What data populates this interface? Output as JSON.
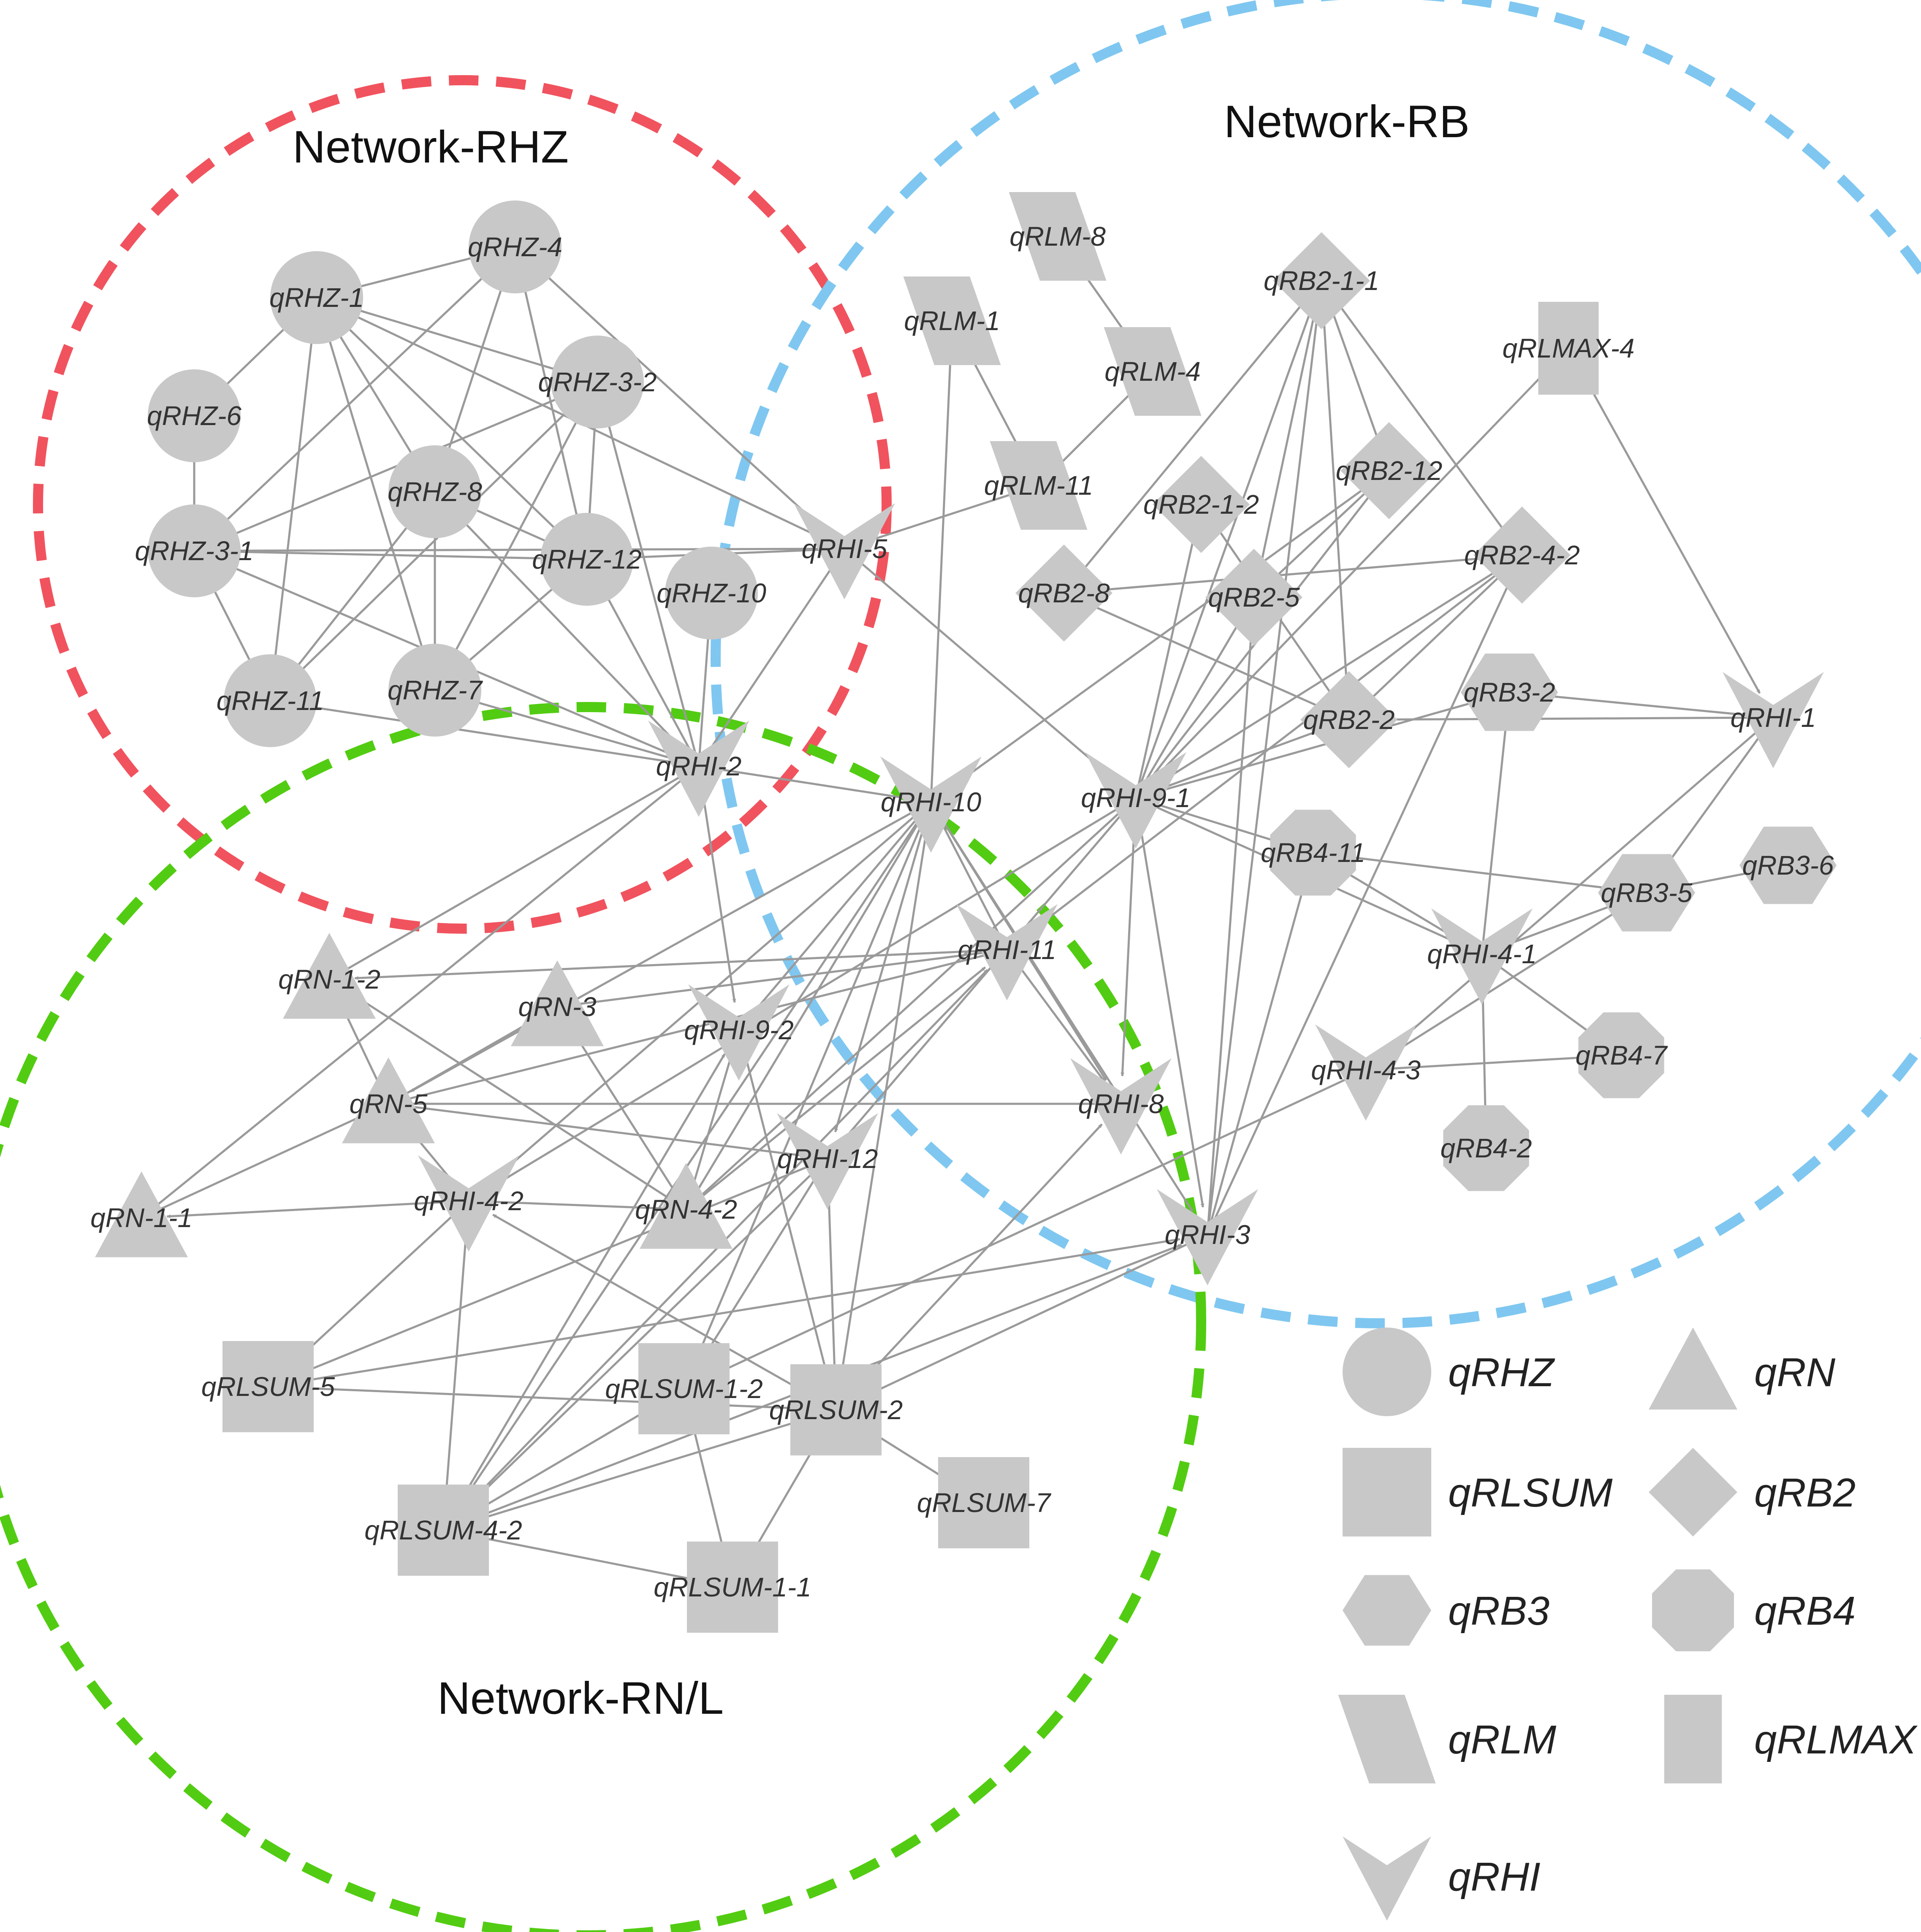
{
  "colors": {
    "node": "#c8c8c8",
    "edge": "#9a9a9a",
    "cluster_rhz": "#f0535e",
    "cluster_rb": "#7fc7f0",
    "cluster_rnl": "#52cc12"
  },
  "clusters": [
    {
      "id": "rhz",
      "title": "Network-RHZ"
    },
    {
      "id": "rb",
      "title": "Network-RB"
    },
    {
      "id": "rnl",
      "title": "Network-RN/L"
    }
  ],
  "nodes": [
    {
      "id": "qRHZ-4",
      "label": "qRHZ-4",
      "shape": "circle"
    },
    {
      "id": "qRHZ-1",
      "label": "qRHZ-1",
      "shape": "circle"
    },
    {
      "id": "qRHZ-3-2",
      "label": "qRHZ-3-2",
      "shape": "circle"
    },
    {
      "id": "qRHZ-6",
      "label": "qRHZ-6",
      "shape": "circle"
    },
    {
      "id": "qRHZ-8",
      "label": "qRHZ-8",
      "shape": "circle"
    },
    {
      "id": "qRHZ-3-1",
      "label": "qRHZ-3-1",
      "shape": "circle"
    },
    {
      "id": "qRHZ-12",
      "label": "qRHZ-12",
      "shape": "circle"
    },
    {
      "id": "qRHZ-10",
      "label": "qRHZ-10",
      "shape": "circle"
    },
    {
      "id": "qRHZ-11",
      "label": "qRHZ-11",
      "shape": "circle"
    },
    {
      "id": "qRHZ-7",
      "label": "qRHZ-7",
      "shape": "circle"
    },
    {
      "id": "qRLM-8",
      "label": "qRLM-8",
      "shape": "parallelogram"
    },
    {
      "id": "qRLM-1",
      "label": "qRLM-1",
      "shape": "parallelogram"
    },
    {
      "id": "qRLM-4",
      "label": "qRLM-4",
      "shape": "parallelogram"
    },
    {
      "id": "qRLM-11",
      "label": "qRLM-11",
      "shape": "parallelogram"
    },
    {
      "id": "qRB2-1-1",
      "label": "qRB2-1-1",
      "shape": "diamond"
    },
    {
      "id": "qRLMAX-4",
      "label": "qRLMAX-4",
      "shape": "rect"
    },
    {
      "id": "qRB2-12",
      "label": "qRB2-12",
      "shape": "diamond"
    },
    {
      "id": "qRB2-1-2",
      "label": "qRB2-1-2",
      "shape": "diamond"
    },
    {
      "id": "qRB2-4-2",
      "label": "qRB2-4-2",
      "shape": "diamond"
    },
    {
      "id": "qRB2-8",
      "label": "qRB2-8",
      "shape": "diamond"
    },
    {
      "id": "qRB2-5",
      "label": "qRB2-5",
      "shape": "diamond"
    },
    {
      "id": "qRB2-2",
      "label": "qRB2-2",
      "shape": "diamond"
    },
    {
      "id": "qRB3-2",
      "label": "qRB3-2",
      "shape": "hexagon"
    },
    {
      "id": "qRB3-5",
      "label": "qRB3-5",
      "shape": "hexagon"
    },
    {
      "id": "qRB3-6",
      "label": "qRB3-6",
      "shape": "hexagon"
    },
    {
      "id": "qRB4-11",
      "label": "qRB4-11",
      "shape": "octagon"
    },
    {
      "id": "qRB4-7",
      "label": "qRB4-7",
      "shape": "octagon"
    },
    {
      "id": "qRB4-2",
      "label": "qRB4-2",
      "shape": "octagon"
    },
    {
      "id": "qRHI-5",
      "label": "qRHI-5",
      "shape": "vee"
    },
    {
      "id": "qRHI-1",
      "label": "qRHI-1",
      "shape": "vee"
    },
    {
      "id": "qRHI-2",
      "label": "qRHI-2",
      "shape": "vee"
    },
    {
      "id": "qRHI-10",
      "label": "qRHI-10",
      "shape": "vee"
    },
    {
      "id": "qRHI-9-1",
      "label": "qRHI-9-1",
      "shape": "vee"
    },
    {
      "id": "qRHI-11",
      "label": "qRHI-11",
      "shape": "vee"
    },
    {
      "id": "qRHI-4-1",
      "label": "qRHI-4-1",
      "shape": "vee"
    },
    {
      "id": "qRHI-9-2",
      "label": "qRHI-9-2",
      "shape": "vee"
    },
    {
      "id": "qRHI-4-3",
      "label": "qRHI-4-3",
      "shape": "vee"
    },
    {
      "id": "qRHI-8",
      "label": "qRHI-8",
      "shape": "vee"
    },
    {
      "id": "qRHI-12",
      "label": "qRHI-12",
      "shape": "vee"
    },
    {
      "id": "qRHI-4-2",
      "label": "qRHI-4-2",
      "shape": "vee"
    },
    {
      "id": "qRHI-3",
      "label": "qRHI-3",
      "shape": "vee"
    },
    {
      "id": "qRN-1-2",
      "label": "qRN-1-2",
      "shape": "triangle"
    },
    {
      "id": "qRN-3",
      "label": "qRN-3",
      "shape": "triangle"
    },
    {
      "id": "qRN-5",
      "label": "qRN-5",
      "shape": "triangle"
    },
    {
      "id": "qRN-1-1",
      "label": "qRN-1-1",
      "shape": "triangle"
    },
    {
      "id": "qRN-4-2",
      "label": "qRN-4-2",
      "shape": "triangle"
    },
    {
      "id": "qRLSUM-5",
      "label": "qRLSUM-5",
      "shape": "square"
    },
    {
      "id": "qRLSUM-1-2",
      "label": "qRLSUM-1-2",
      "shape": "square"
    },
    {
      "id": "qRLSUM-2",
      "label": "qRLSUM-2",
      "shape": "square"
    },
    {
      "id": "qRLSUM-7",
      "label": "qRLSUM-7",
      "shape": "square"
    },
    {
      "id": "qRLSUM-4-2",
      "label": "qRLSUM-4-2",
      "shape": "square"
    },
    {
      "id": "qRLSUM-1-1",
      "label": "qRLSUM-1-1",
      "shape": "square"
    }
  ],
  "edges": [
    [
      "qRHZ-1",
      "qRHZ-4",
      0
    ],
    [
      "qRHZ-1",
      "qRHZ-6",
      0
    ],
    [
      "qRHZ-1",
      "qRHZ-3-2",
      0
    ],
    [
      "qRHZ-1",
      "qRHZ-8",
      0
    ],
    [
      "qRHZ-1",
      "qRHZ-12",
      0
    ],
    [
      "qRHZ-1",
      "qRHZ-11",
      0
    ],
    [
      "qRHZ-1",
      "qRHZ-7",
      0
    ],
    [
      "qRHZ-1",
      "qRHI-5",
      1
    ],
    [
      "qRHZ-4",
      "qRHZ-8",
      1
    ],
    [
      "qRHZ-4",
      "qRHZ-3-1",
      0
    ],
    [
      "qRHZ-4",
      "qRHZ-12",
      0
    ],
    [
      "qRHZ-4",
      "qRHI-5",
      0
    ],
    [
      "qRHZ-6",
      "qRHZ-3-1",
      0
    ],
    [
      "qRHZ-3-2",
      "qRHZ-3-1",
      0
    ],
    [
      "qRHZ-3-2",
      "qRHZ-12",
      0
    ],
    [
      "qRHZ-3-2",
      "qRHZ-7",
      0
    ],
    [
      "qRHZ-3-2",
      "qRHZ-11",
      0
    ],
    [
      "qRHZ-3-2",
      "qRHI-2",
      0
    ],
    [
      "qRHZ-12",
      "qRHZ-8",
      1
    ],
    [
      "qRHZ-3-1",
      "qRHZ-12",
      0
    ],
    [
      "qRHZ-3-1",
      "qRHZ-11",
      0
    ],
    [
      "qRHZ-3-1",
      "qRHI-2",
      0
    ],
    [
      "qRHZ-3-1",
      "qRHI-5",
      0
    ],
    [
      "qRHZ-8",
      "qRHZ-7",
      0
    ],
    [
      "qRHZ-8",
      "qRHI-2",
      0
    ],
    [
      "qRHZ-8",
      "qRHZ-11",
      0
    ],
    [
      "qRHZ-12",
      "qRHZ-7",
      0
    ],
    [
      "qRHZ-12",
      "qRHI-2",
      0
    ],
    [
      "qRHZ-11",
      "qRHI-2",
      0
    ],
    [
      "qRHZ-10",
      "qRHI-2",
      0
    ],
    [
      "qRHZ-7",
      "qRHI-2",
      0
    ],
    [
      "qRHZ-12",
      "qRHI-5",
      0
    ],
    [
      "qRLM-1",
      "qRHI-10",
      0
    ],
    [
      "qRLM-1",
      "qRLM-11",
      0
    ],
    [
      "qRLM-4",
      "qRLM-8",
      1
    ],
    [
      "qRLM-4",
      "qRLM-11",
      0
    ],
    [
      "qRLM-11",
      "qRHI-5",
      0
    ],
    [
      "qRHI-5",
      "qRHI-9-1",
      0
    ],
    [
      "qRHI-5",
      "qRHI-2",
      0
    ],
    [
      "qRB2-1-1",
      "qRB2-8",
      1
    ],
    [
      "qRB2-1-1",
      "qRB2-12",
      1
    ],
    [
      "qRB2-1-1",
      "qRB2-5",
      0
    ],
    [
      "qRB2-1-1",
      "qRB2-4-2",
      0
    ],
    [
      "qRB2-1-1",
      "qRB2-2",
      0
    ],
    [
      "qRB2-1-1",
      "qRHI-9-1",
      0
    ],
    [
      "qRB2-1-1",
      "qRHI-3",
      0
    ],
    [
      "qRLMAX-4",
      "qRHI-1",
      1
    ],
    [
      "qRLMAX-4",
      "qRHI-9-1",
      0
    ],
    [
      "qRB2-4-2",
      "qRB2-8",
      1
    ],
    [
      "qRB2-4-2",
      "qRB2-2",
      1
    ],
    [
      "qRB2-4-2",
      "qRHI-9-1",
      0
    ],
    [
      "qRB2-4-2",
      "qRHI-11",
      0
    ],
    [
      "qRB2-4-2",
      "qRHI-3",
      0
    ],
    [
      "qRB2-12",
      "qRHI-9-1",
      0
    ],
    [
      "qRB2-12",
      "qRHI-10",
      0
    ],
    [
      "qRB2-12",
      "qRB2-5",
      0
    ],
    [
      "qRB2-1-2",
      "qRB2-2",
      0
    ],
    [
      "qRB2-5",
      "qRHI-9-1",
      0
    ],
    [
      "qRB2-5",
      "qRHI-3",
      0
    ],
    [
      "qRHI-9-1",
      "qRB2-1-2",
      1
    ],
    [
      "qRB2-2",
      "qRB2-8",
      1
    ],
    [
      "qRB2-2",
      "qRHI-9-1",
      0
    ],
    [
      "qRB2-2",
      "qRHI-1",
      0
    ],
    [
      "qRB3-2",
      "qRHI-1",
      0
    ],
    [
      "qRB3-2",
      "qRHI-9-1",
      0
    ],
    [
      "qRB3-2",
      "qRHI-4-1",
      0
    ],
    [
      "qRB4-11",
      "qRB3-5",
      1
    ],
    [
      "qRB4-11",
      "qRHI-4-1",
      0
    ],
    [
      "qRB4-11",
      "qRHI-3",
      0
    ],
    [
      "qRHI-9-1",
      "qRB4-11",
      1
    ],
    [
      "qRB3-6",
      "qRB3-5",
      1
    ],
    [
      "qRB3-5",
      "qRHI-1",
      0
    ],
    [
      "qRHI-4-1",
      "qRB3-5",
      1
    ],
    [
      "qRHI-4-1",
      "qRB4-7",
      0
    ],
    [
      "qRHI-4-1",
      "qRB4-2",
      0
    ],
    [
      "qRHI-4-1",
      "qRHI-9-1",
      0
    ],
    [
      "qRHI-4-3",
      "qRB4-7",
      1
    ],
    [
      "qRHI-4-3",
      "qRHI-1",
      0
    ],
    [
      "qRHI-4-3",
      "qRB3-5",
      1
    ],
    [
      "qRHI-2",
      "qRHI-10",
      0
    ],
    [
      "qRHI-2",
      "qRN-1-2",
      0
    ],
    [
      "qRHI-2",
      "qRN-1-1",
      0
    ],
    [
      "qRHI-2",
      "qRHI-9-2",
      1
    ],
    [
      "qRHI-10",
      "qRN-5",
      1
    ],
    [
      "qRHI-10",
      "qRHI-11",
      0
    ],
    [
      "qRHI-10",
      "qRHI-9-2",
      1
    ],
    [
      "qRHI-10",
      "qRHI-8",
      1
    ],
    [
      "qRHI-10",
      "qRHI-12",
      1
    ],
    [
      "qRHI-10",
      "qRHI-3",
      1
    ],
    [
      "qRHI-10",
      "qRHI-4-2",
      1
    ],
    [
      "qRHI-10",
      "qRLSUM-4-2",
      0
    ],
    [
      "qRHI-10",
      "qRLSUM-2",
      0
    ],
    [
      "qRHI-10",
      "qRLSUM-1-2",
      0
    ],
    [
      "qRHI-10",
      "qRN-4-2",
      0
    ],
    [
      "qRHI-9-1",
      "qRHI-8",
      1
    ],
    [
      "qRHI-9-1",
      "qRHI-3",
      1
    ],
    [
      "qRHI-9-1",
      "qRHI-12",
      1
    ],
    [
      "qRHI-9-1",
      "qRN-4-2",
      0
    ],
    [
      "qRHI-9-1",
      "qRHI-4-2",
      0
    ],
    [
      "qRHI-11",
      "qRN-5",
      0
    ],
    [
      "qRHI-11",
      "qRN-1-2",
      1
    ],
    [
      "qRHI-11",
      "qRHI-8",
      1
    ],
    [
      "qRN-3",
      "qRN-5",
      0
    ],
    [
      "qRN-3",
      "qRHI-11",
      0
    ],
    [
      "qRN-1-2",
      "qRN-5",
      0
    ],
    [
      "qRN-5",
      "qRHI-4-2",
      1
    ],
    [
      "qRN-5",
      "qRHI-12",
      0
    ],
    [
      "qRN-5",
      "qRHI-8",
      0
    ],
    [
      "qRN-5",
      "qRN-1-1",
      0
    ],
    [
      "qRN-4-2",
      "qRN-3",
      1
    ],
    [
      "qRN-4-2",
      "qRN-1-2",
      1
    ],
    [
      "qRN-4-2",
      "qRHI-4-2",
      0
    ],
    [
      "qRN-4-2",
      "qRHI-9-2",
      1
    ],
    [
      "qRN-4-2",
      "qRHI-11",
      1
    ],
    [
      "qRHI-4-2",
      "qRN-1-1",
      1
    ],
    [
      "qRHI-4-2",
      "qRLSUM-5",
      1
    ],
    [
      "qRHI-4-3",
      "qRLSUM-1-2",
      0
    ],
    [
      "qRHI-12",
      "qRLSUM-1-2",
      1
    ],
    [
      "qRLSUM-5",
      "qRHI-3",
      1
    ],
    [
      "qRLSUM-5",
      "qRLSUM-2",
      0
    ],
    [
      "qRLSUM-5",
      "qRHI-12",
      0
    ],
    [
      "qRLSUM-2",
      "qRLSUM-7",
      1
    ],
    [
      "qRLSUM-2",
      "qRHI-12",
      1
    ],
    [
      "qRLSUM-2",
      "qRHI-8",
      1
    ],
    [
      "qRLSUM-2",
      "qRHI-4-2",
      1
    ],
    [
      "qRLSUM-2",
      "qRHI-3",
      0
    ],
    [
      "qRLSUM-2",
      "qRHI-9-2",
      1
    ],
    [
      "qRLSUM-2",
      "qRLSUM-1-1",
      0
    ],
    [
      "qRLSUM-1-2",
      "qRLSUM-1-1",
      0
    ],
    [
      "qRLSUM-4-2",
      "qRLSUM-1-2",
      1
    ],
    [
      "qRLSUM-4-2",
      "qRLSUM-1-1",
      0
    ],
    [
      "qRLSUM-4-2",
      "qRHI-4-2",
      1
    ],
    [
      "qRLSUM-4-2",
      "qRHI-9-2",
      1
    ],
    [
      "qRLSUM-4-2",
      "qRHI-11",
      1
    ],
    [
      "qRLSUM-4-2",
      "qRHI-3",
      1
    ],
    [
      "qRLSUM-4-2",
      "qRLSUM-2",
      0
    ],
    [
      "qRLSUM-4-2",
      "qRHI-12",
      0
    ]
  ],
  "legend": [
    {
      "shape": "circle",
      "label": "qRHZ"
    },
    {
      "shape": "triangle",
      "label": "qRN"
    },
    {
      "shape": "square",
      "label": "qRLSUM"
    },
    {
      "shape": "diamond",
      "label": "qRB2"
    },
    {
      "shape": "hexagon",
      "label": "qRB3"
    },
    {
      "shape": "octagon",
      "label": "qRB4"
    },
    {
      "shape": "parallelogram",
      "label": "qRLM"
    },
    {
      "shape": "rect",
      "label": "qRLMAX"
    },
    {
      "shape": "vee",
      "label": "qRHI"
    }
  ]
}
